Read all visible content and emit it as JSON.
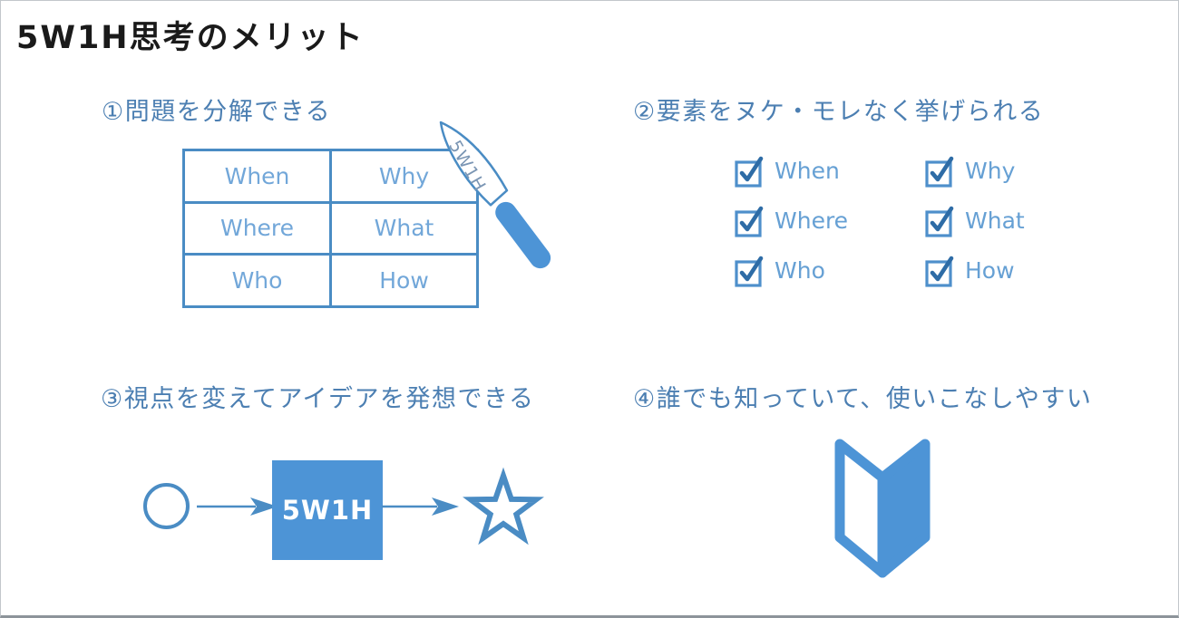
{
  "page": {
    "title": "5W1H思考のメリット"
  },
  "colors": {
    "primary_fill": "#4d94d6",
    "outline_blue": "#4a8cc4",
    "heading_text": "#4c7fb2",
    "cell_text": "#72a7d9",
    "checkmark": "#2e6ca6",
    "title_text": "#1a1a1a",
    "box_label_text": "#ffffff"
  },
  "icons": {
    "knife": "knife-icon",
    "checkbox": "checked-checkbox-icon",
    "circle": "circle-shape-icon",
    "star": "star-icon",
    "arrow": "arrow-right-icon",
    "beginner_mark": "beginner-mark-icon"
  },
  "sections": {
    "decompose": {
      "heading": "①問題を分解できる",
      "table": {
        "rows": [
          [
            "When",
            "Why"
          ],
          [
            "Where",
            "What"
          ],
          [
            "Who",
            "How"
          ]
        ]
      },
      "knife_label": "5W1H"
    },
    "checklist": {
      "heading": "②要素をヌケ・モレなく挙げられる",
      "columns": [
        [
          "When",
          "Where",
          "Who"
        ],
        [
          "Why",
          "What",
          "How"
        ]
      ]
    },
    "ideas": {
      "heading": "③視点を変えてアイデアを発想できる",
      "box_label": "5W1H"
    },
    "beginner": {
      "heading": "④誰でも知っていて、使いこなしやすい"
    }
  }
}
